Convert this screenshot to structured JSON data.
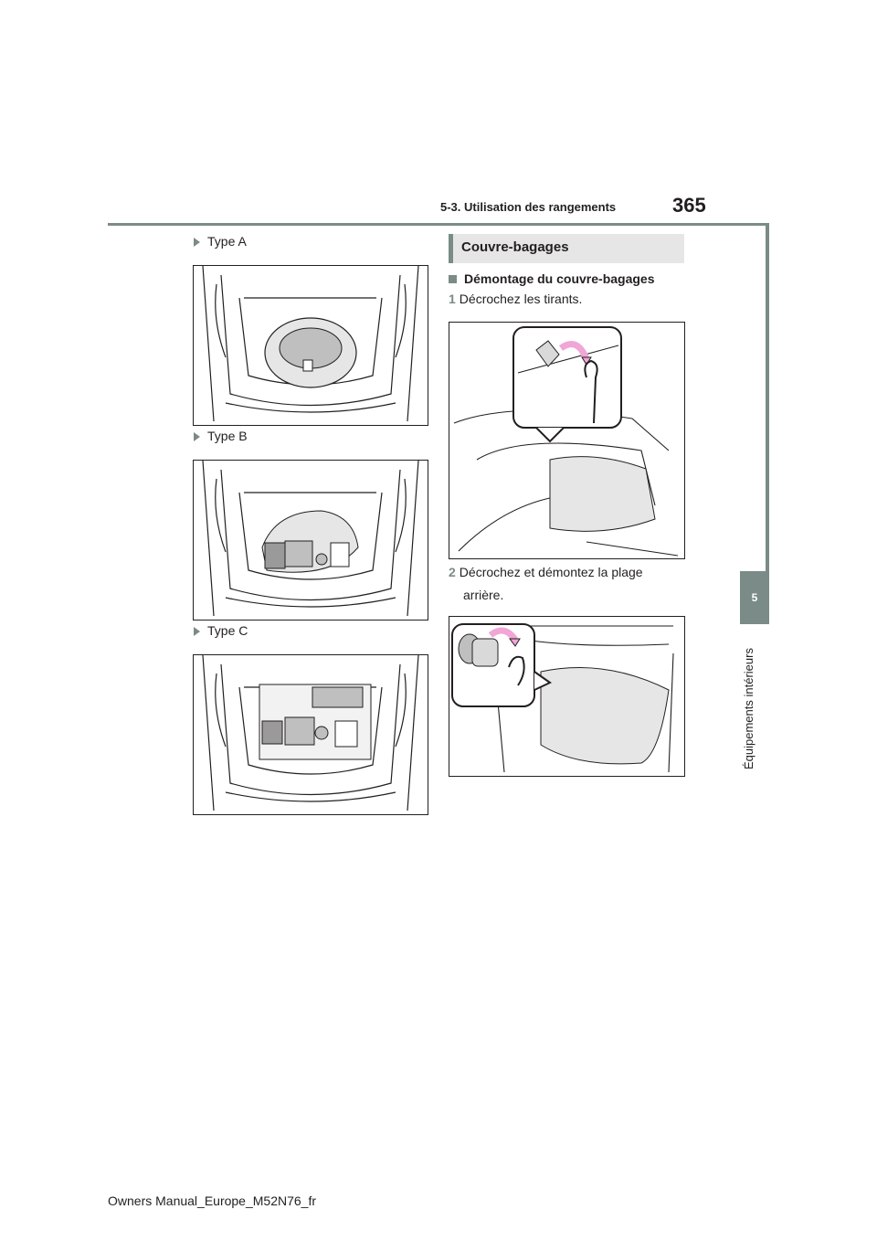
{
  "header": {
    "section": "5-3. Utilisation des rangements",
    "page_number": "365"
  },
  "side_tab": {
    "chapter": "5",
    "label": "Équipements intérieurs"
  },
  "left_column": {
    "types": [
      {
        "label": "Type A"
      },
      {
        "label": "Type B"
      },
      {
        "label": "Type C"
      }
    ]
  },
  "right_column": {
    "section_title": "Couvre-bagages",
    "subheading": "Démontage du couvre-bagages",
    "steps": [
      {
        "number": "1",
        "text": "Décrochez les tirants."
      },
      {
        "number": "2",
        "text_line1": "Décrochez et démontez la plage",
        "text_line2": "arrière."
      }
    ]
  },
  "footer": {
    "text": "Owners Manual_Europe_M52N76_fr"
  },
  "colors": {
    "accent": "#7b8b87",
    "highlight_arrow": "#f0a6d6",
    "section_bg": "#e6e6e6"
  }
}
